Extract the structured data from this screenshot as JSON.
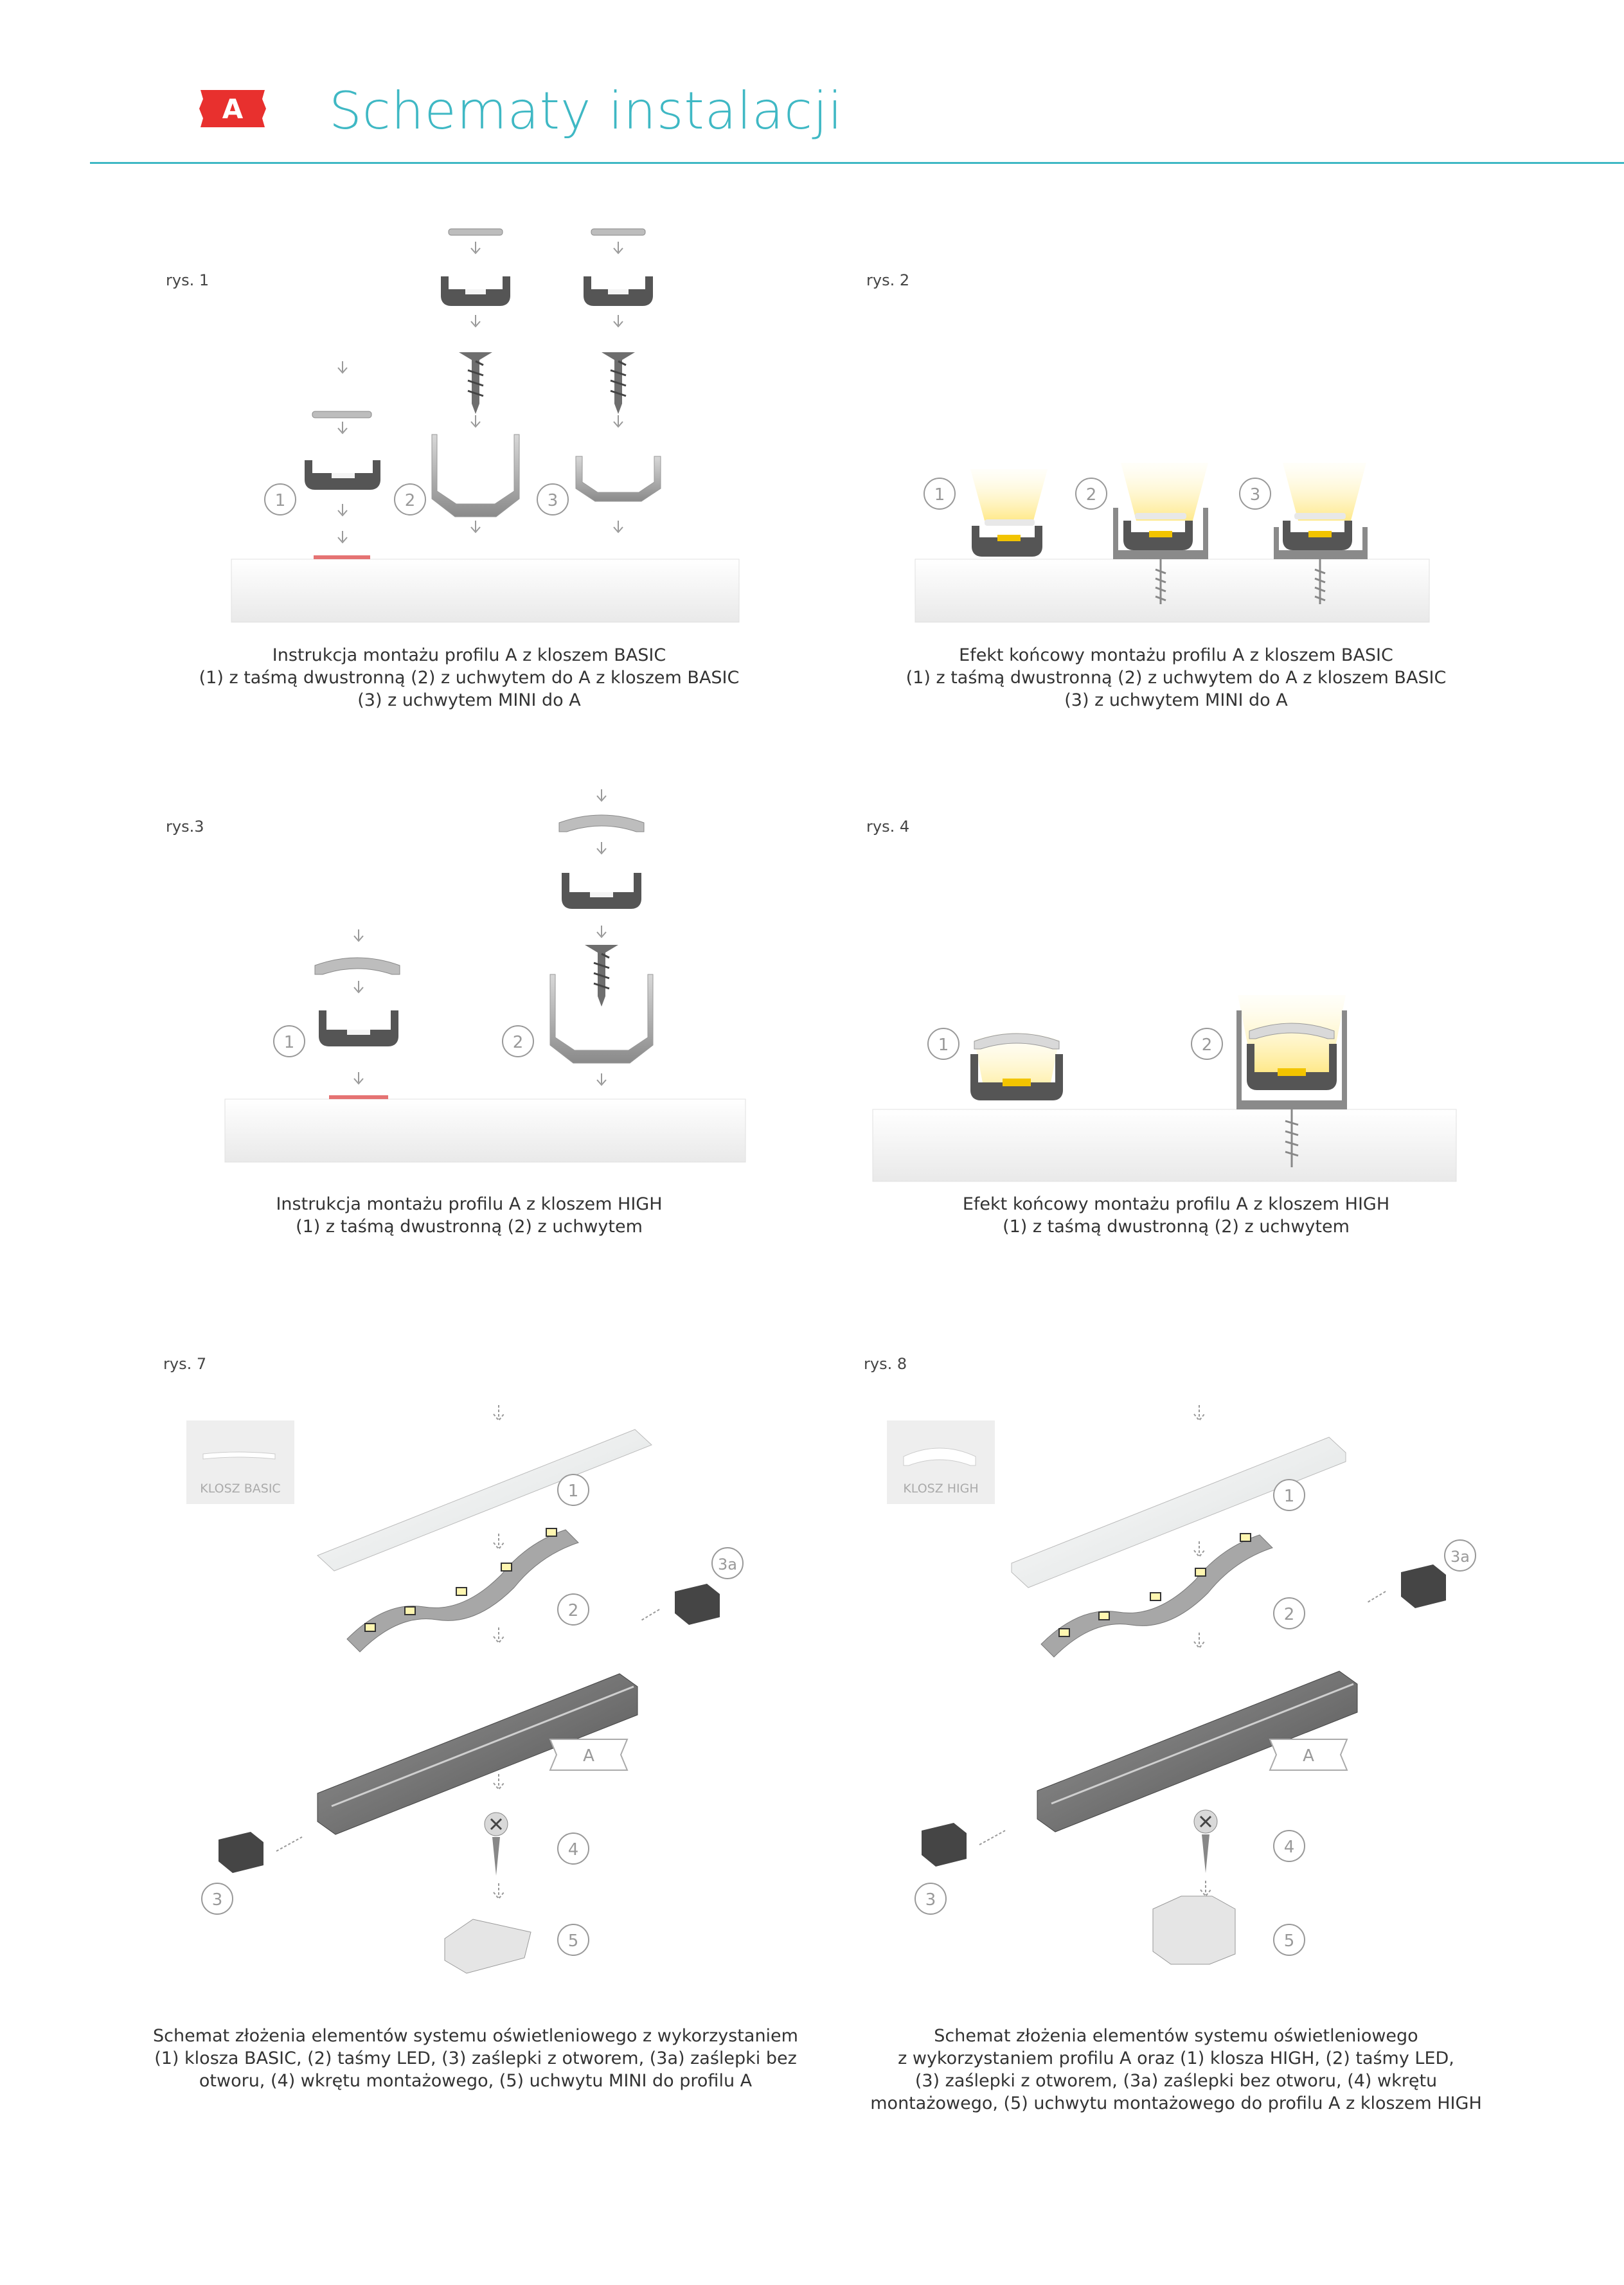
{
  "header": {
    "badge": "A",
    "title": "Schematy instalacji",
    "accent_color": "#3fb8c4",
    "badge_color": "#e8302e"
  },
  "figures": [
    {
      "label": "rys. 1",
      "numbers": [
        "1",
        "2",
        "3"
      ],
      "caption": [
        "Instrukcja montażu profilu A z kloszem BASIC",
        "(1) z taśmą dwustronną  (2) z uchwytem do A z kloszem BASIC",
        "(3) z uchwytem MINI do A"
      ]
    },
    {
      "label": "rys. 2",
      "numbers": [
        "1",
        "2",
        "3"
      ],
      "caption": [
        "Efekt końcowy montażu profilu A z kloszem BASIC",
        "(1) z taśmą dwustronną (2) z uchwytem do A z kloszem BASIC",
        "(3) z uchwytem MINI do A"
      ]
    },
    {
      "label": "rys.3",
      "numbers": [
        "1",
        "2"
      ],
      "caption": [
        "Instrukcja montażu profilu A z kloszem HIGH",
        "(1) z taśmą dwustronną  (2) z uchwytem"
      ]
    },
    {
      "label": "rys. 4",
      "numbers": [
        "1",
        "2"
      ],
      "caption": [
        "Efekt końcowy montażu profilu A z kloszem HIGH",
        "(1) z taśmą dwustronną (2) z uchwytem"
      ]
    },
    {
      "label": "rys. 7",
      "box_label": "KLOSZ BASIC",
      "numbers": [
        "1",
        "2",
        "3a",
        "A",
        "4",
        "3",
        "5"
      ],
      "caption": [
        "Schemat złożenia elementów systemu oświetleniowego z wykorzystaniem",
        "(1) klosza BASIC, (2) taśmy LED, (3) zaślepki z otworem, (3a) zaślepki bez",
        "otworu, (4) wkrętu montażowego, (5) uchwytu MINI do profilu A"
      ]
    },
    {
      "label": "rys. 8",
      "box_label": "KLOSZ HIGH",
      "numbers": [
        "1",
        "2",
        "3a",
        "A",
        "4",
        "3",
        "5"
      ],
      "caption": [
        "Schemat złożenia elementów systemu oświetleniowego",
        "z wykorzystaniem profilu A oraz (1) klosza HIGH, (2) taśmy LED,",
        "(3) zaślepki z otworem, (3a) zaślepki bez otworu, (4) wkrętu",
        "montażowego, (5) uchwytu montażowego do profilu A z kloszem HIGH"
      ]
    }
  ]
}
